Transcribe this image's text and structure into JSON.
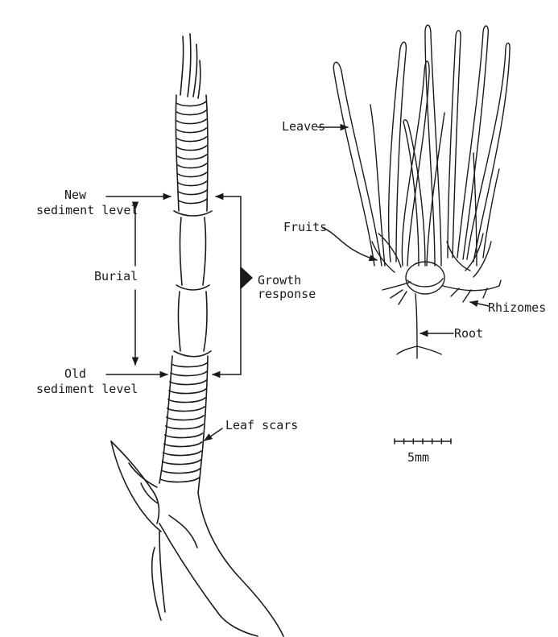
{
  "labels": {
    "new_sediment_1": "New",
    "new_sediment_2": "sediment level",
    "burial": "Burial",
    "growth_1": "Growth",
    "growth_2": "response",
    "old_sediment_1": "Old",
    "old_sediment_2": "sediment level",
    "leaf_scars": "Leaf scars",
    "leaves": "Leaves",
    "fruits": "Fruits",
    "rhizomes": "Rhizomes",
    "root": "Root",
    "scale": "5mm"
  },
  "scale_bar": {
    "ticks": 6
  }
}
